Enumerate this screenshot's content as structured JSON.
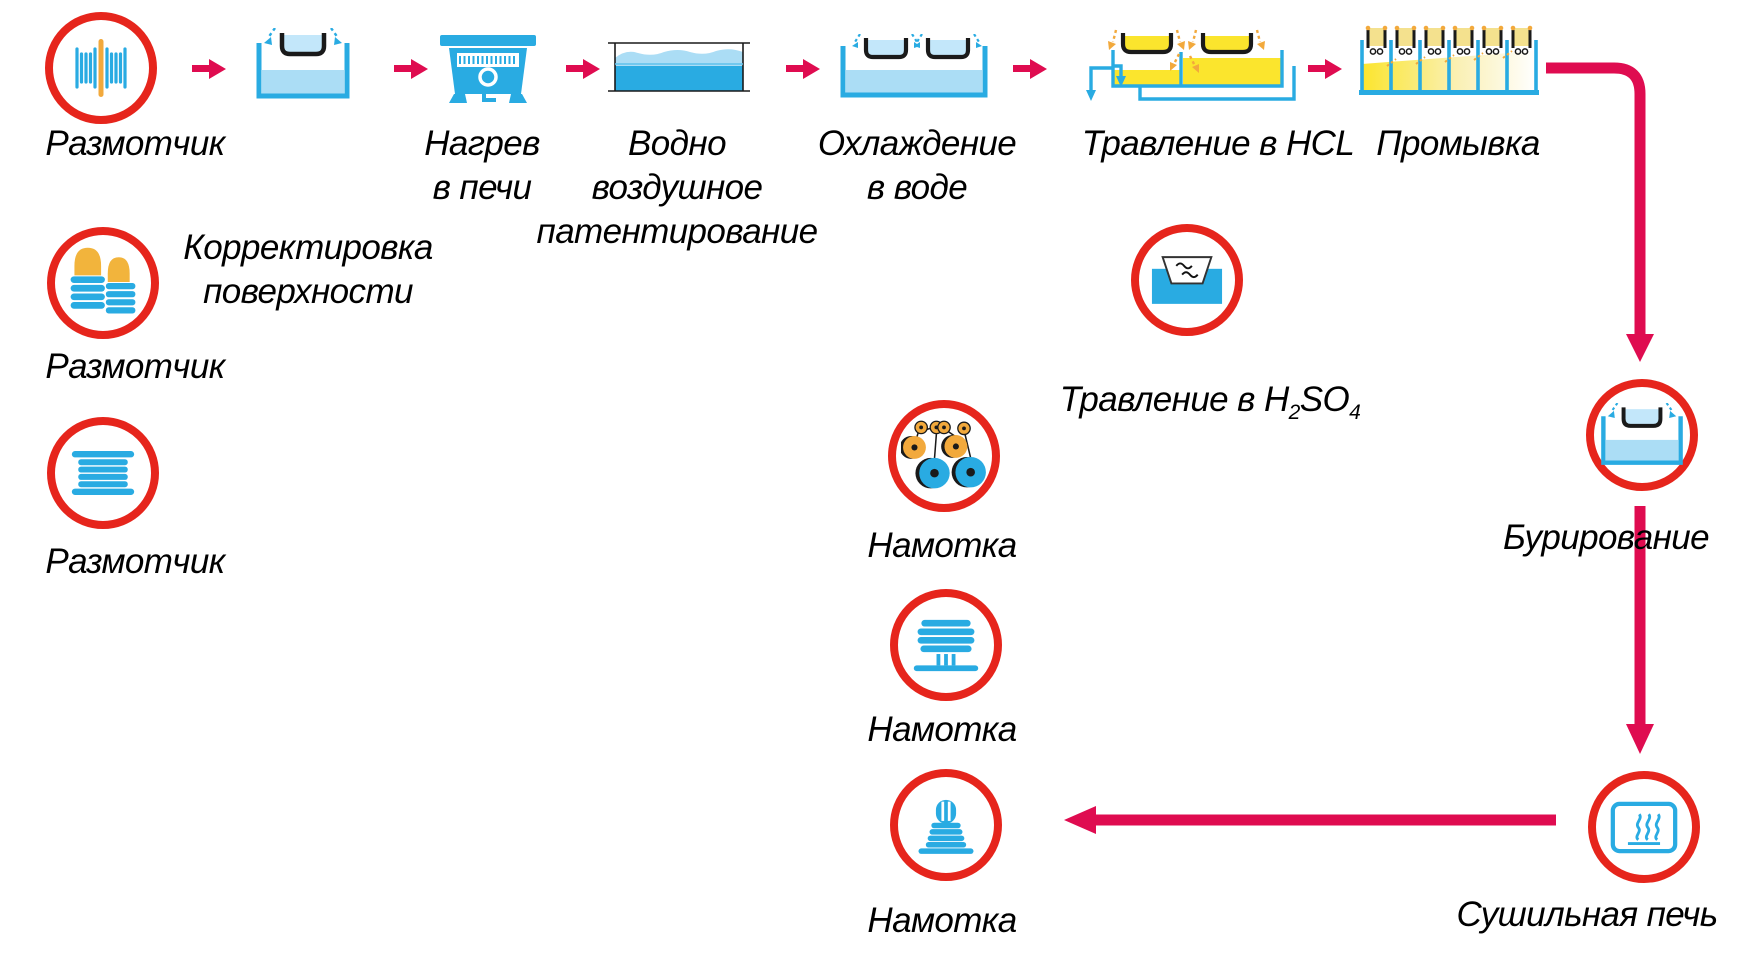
{
  "colors": {
    "ring_red": "#e6251c",
    "arrow_crimson": "#df0c50",
    "equipment_blue": "#29abe2",
    "water_light_blue": "#abddf5",
    "acid_yellow": "#fbe52d",
    "accent_orange": "#f2a93c",
    "text": "#000000",
    "background": "#ffffff"
  },
  "nodes": {
    "unwinder1": {
      "label": "Размотчик",
      "icon": "wire-spool-icon"
    },
    "dip_tank": {
      "icon": "dip-tank-icon"
    },
    "furnace": {
      "label": "Нагрев\nв печи",
      "icon": "furnace-icon"
    },
    "patenting": {
      "label": "Водно\nвоздушное\nпатентирование",
      "icon": "water-air-bath-icon"
    },
    "cooling": {
      "label": "Охлаждение\nв воде",
      "icon": "cooling-tank-icon"
    },
    "hcl": {
      "label": "Травление в HCL",
      "icon": "hcl-pickling-bath-icon"
    },
    "washing": {
      "label": "Промывка",
      "icon": "washing-cells-icon"
    },
    "correction": {
      "label": "Корректировка\nповерхности",
      "sublabel": "Размотчик",
      "icon": "coil-stacks-icon"
    },
    "unwinder3": {
      "label": "Размотчик",
      "icon": "spool-side-icon"
    },
    "h2so4": {
      "label_prefix": "Травление в H",
      "label_sub1": "2",
      "label_mid": "SO",
      "label_sub2": "4",
      "icon": "acid-bath-icon"
    },
    "winder1": {
      "label": "Намотка",
      "icon": "pulley-winder-icon"
    },
    "winder2": {
      "label": "Намотка",
      "icon": "spool-stand-icon"
    },
    "winder3": {
      "label": "Намотка",
      "icon": "coil-winder-icon"
    },
    "burnishing": {
      "label": "Бурирование",
      "icon": "dip-tank-icon"
    },
    "drying": {
      "label": "Сушильная печь",
      "icon": "drying-oven-icon"
    }
  }
}
